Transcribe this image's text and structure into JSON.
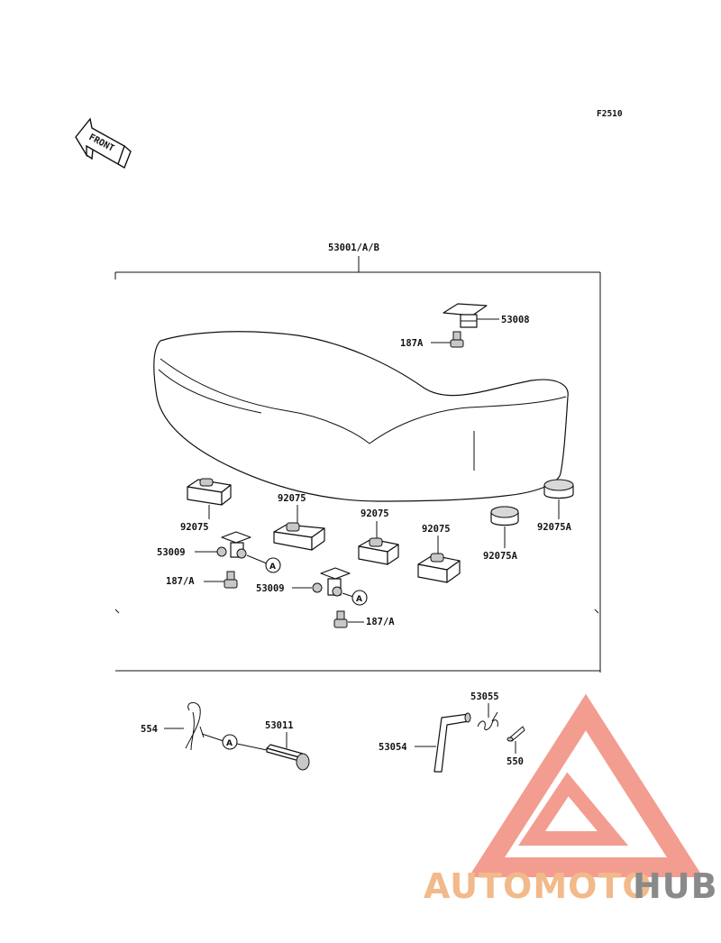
{
  "figure_id": "F2510",
  "front_label": "FRONT",
  "parts": {
    "seat_assembly": "53001/A/B",
    "bracket_top": "53008",
    "bolt_top": "187A",
    "cushion_1": "92075",
    "cushion_2": "92075",
    "cushion_3": "92075",
    "cushion_4": "92075",
    "cap_1": "92075A",
    "cap_2": "92075A",
    "bracket_left": "53009",
    "bracket_center": "53009",
    "bolt_left": "187/A",
    "bolt_center": "187/A",
    "clip": "554",
    "pin": "53011",
    "spring": "53055",
    "rod": "53054",
    "cotter": "550"
  },
  "ref_marker": "A",
  "watermark": {
    "text_left": "AUTOMOTO",
    "text_right": "HUB",
    "colors": {
      "triangle": "#f08c7c",
      "left": "#f2b98a",
      "right": "#8a8a8a"
    }
  }
}
